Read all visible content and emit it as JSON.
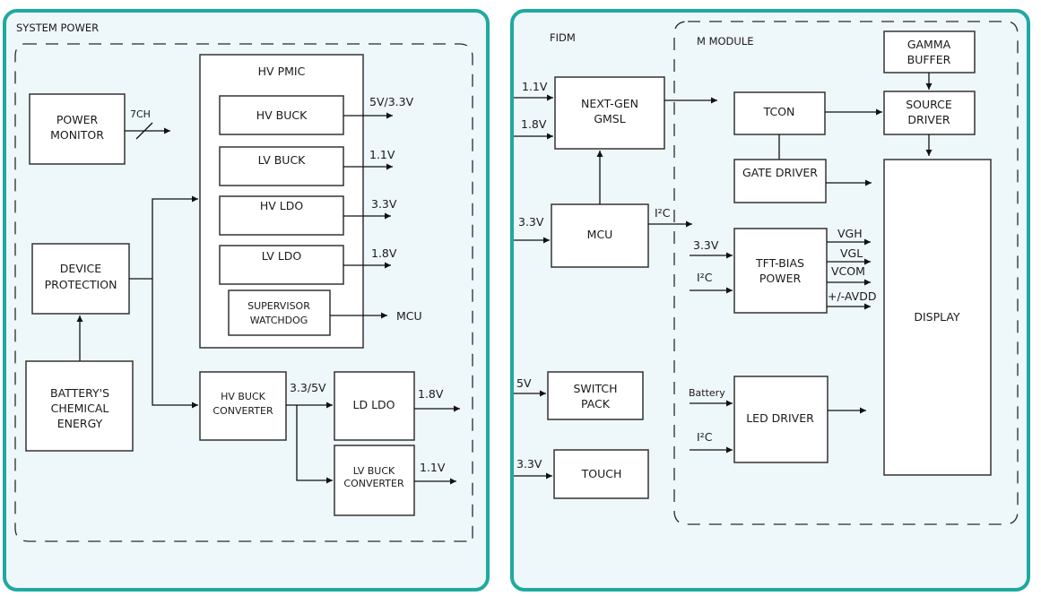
{
  "system_power": {
    "title": "SYSTEM POWER",
    "power_monitor": [
      "POWER",
      "MONITOR"
    ],
    "bus_label": "7CH",
    "hv_pmic": {
      "title": "HV PMIC",
      "hv_buck": "HV BUCK",
      "hv_buck_out": "5V/3.3V",
      "lv_buck": "LV BUCK",
      "lv_buck_out": "1.1V",
      "hv_ldo": "HV LDO",
      "hv_ldo_out": "3.3V",
      "lv_ldo": "LV LDO",
      "lv_ldo_out": "1.8V",
      "supervisor": [
        "SUPERVISOR",
        "WATCHDOG"
      ],
      "supervisor_out": "MCU"
    },
    "device_protection": [
      "DEVICE",
      "PROTECTION"
    ],
    "battery": [
      "BATTERY'S",
      "CHEMICAL",
      "ENERGY"
    ],
    "hv_buck_converter": [
      "HV BUCK",
      "CONVERTER"
    ],
    "hv_buck_converter_out": "3.3/5V",
    "ld_ldo": "LD LDO",
    "ld_ldo_out": "1.8V",
    "lv_buck_converter": [
      "LV BUCK",
      "CONVERTER"
    ],
    "lv_buck_converter_out": "1.1V"
  },
  "fidm": {
    "title": "FIDM",
    "gmsl": [
      "NEXT-GEN",
      "GMSL"
    ],
    "gmsl_in_1": "1.1V",
    "gmsl_in_2": "1.8V",
    "mcu": "MCU",
    "mcu_in": "3.3V",
    "mcu_out": "I²C",
    "switch_pack": [
      "SWITCH",
      "PACK"
    ],
    "switch_pack_in": "5V",
    "touch": "TOUCH",
    "touch_in": "3.3V"
  },
  "m_module": {
    "title": "M MODULE",
    "gamma_buffer": [
      "GAMMA",
      "BUFFER"
    ],
    "tcon": "TCON",
    "source_driver": [
      "SOURCE",
      "DRIVER"
    ],
    "gate_driver": "GATE DRIVER",
    "tft_bias": [
      "TFT-BIAS",
      "POWER"
    ],
    "tft_in_1": "3.3V",
    "tft_in_2": "I²C",
    "tft_outputs": [
      "VGH",
      "VGL",
      "VCOM",
      "+/-AVDD"
    ],
    "display": "DISPLAY",
    "led_driver": "LED DRIVER",
    "led_in_1": "Battery",
    "led_in_2": "I²C"
  },
  "colors": {
    "panel_border": "#1fa9a0",
    "panel_fill": "#eef7fa",
    "block_fill": "#ffffff",
    "line": "#111111"
  }
}
